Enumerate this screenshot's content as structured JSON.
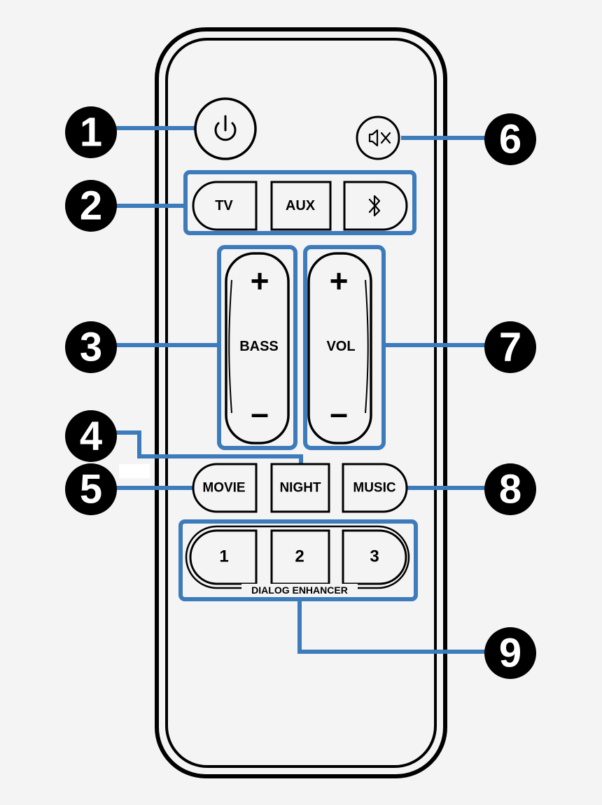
{
  "remote": {
    "buttons": {
      "power_icon": "power-icon",
      "mute_icon": "mute-icon",
      "tv": "TV",
      "aux": "AUX",
      "bluetooth_icon": "bluetooth-icon",
      "bass_plus": "+",
      "bass_label": "BASS",
      "bass_minus": "–",
      "vol_plus": "+",
      "vol_label": "VOL",
      "vol_minus": "–",
      "movie": "MOVIE",
      "night": "NIGHT",
      "music": "MUSIC",
      "dialog_1": "1",
      "dialog_2": "2",
      "dialog_3": "3",
      "dialog_enhancer_label": "DIALOG ENHANCER"
    }
  },
  "callouts": [
    "1",
    "2",
    "3",
    "4",
    "5",
    "6",
    "7",
    "8",
    "9"
  ],
  "colors": {
    "callout_line": "#3d7bbb",
    "callout_badge": "#000000",
    "background": "#f4f4f4",
    "remote_body": "#f4f4f4",
    "button_fill": "#f4f4f4"
  }
}
